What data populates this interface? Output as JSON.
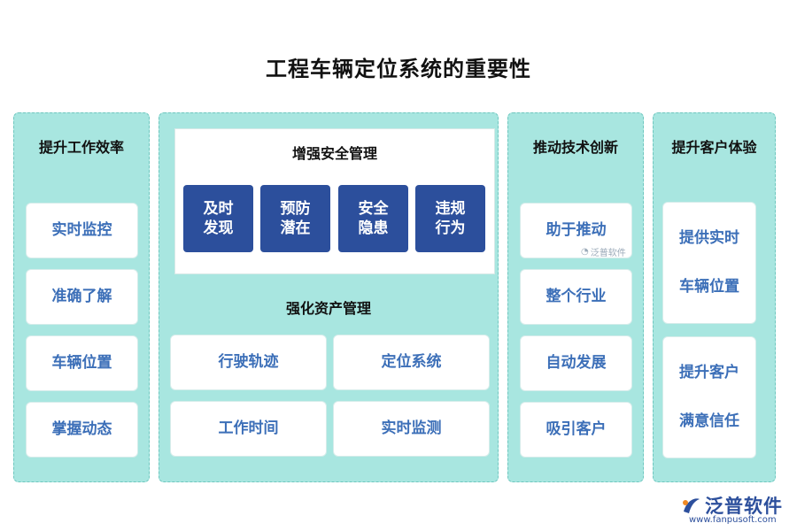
{
  "title": "工程车辆定位系统的重要性",
  "col1": {
    "heading": "提升工作效率",
    "items": [
      "实时监控",
      "准确了解",
      "车辆位置",
      "掌握动态"
    ]
  },
  "col2": {
    "safety": {
      "heading": "增强安全管理",
      "boxes": [
        {
          "line1": "及时",
          "line2": "发现"
        },
        {
          "line1": "预防",
          "line2": "潜在"
        },
        {
          "line1": "安全",
          "line2": "隐患"
        },
        {
          "line1": "违规",
          "line2": "行为"
        }
      ]
    },
    "assets": {
      "heading": "强化资产管理",
      "items": [
        "行驶轨迹",
        "定位系统",
        "工作时间",
        "实时监测"
      ]
    }
  },
  "col3": {
    "heading": "推动技术创新",
    "items": [
      "助于推动",
      "整个行业",
      "自动发展",
      "吸引客户"
    ]
  },
  "col4": {
    "heading": "提升客户体验",
    "cards": [
      {
        "line1": "提供实时",
        "line2": "车辆位置"
      },
      {
        "line1": "提升客户",
        "line2": "满意信任"
      }
    ]
  },
  "watermark": "泛普软件",
  "logo": {
    "name": "泛普软件",
    "url": "www.fanpusoft.com"
  },
  "colors": {
    "panel": "#a8e6e0",
    "card_text": "#3c6fb8",
    "blue_box": "#2c4f9c"
  }
}
